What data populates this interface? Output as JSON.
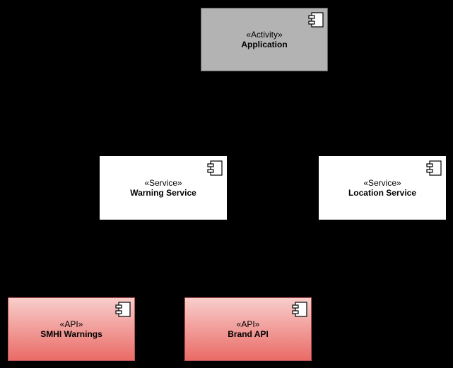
{
  "diagram": {
    "background_color": "#000000",
    "nodes": [
      {
        "id": "application",
        "stereotype": "«Activity»",
        "name": "Application",
        "fill": "#b3b3b3",
        "icon": "uml-component-icon"
      },
      {
        "id": "warning-service",
        "stereotype": "«Service»",
        "name": "Warning Service",
        "fill": "#ffffff",
        "icon": "uml-component-icon"
      },
      {
        "id": "location-service",
        "stereotype": "«Service»",
        "name": "Location Service",
        "fill": "#ffffff",
        "icon": "uml-component-icon"
      },
      {
        "id": "smhi-warnings",
        "stereotype": "«API»",
        "name": "SMHI Warnings",
        "fill": "#ea6b66",
        "icon": "uml-component-icon"
      },
      {
        "id": "brand-api",
        "stereotype": "«API»",
        "name": "Brand API",
        "fill": "#ea6b66",
        "icon": "uml-component-icon"
      }
    ]
  }
}
